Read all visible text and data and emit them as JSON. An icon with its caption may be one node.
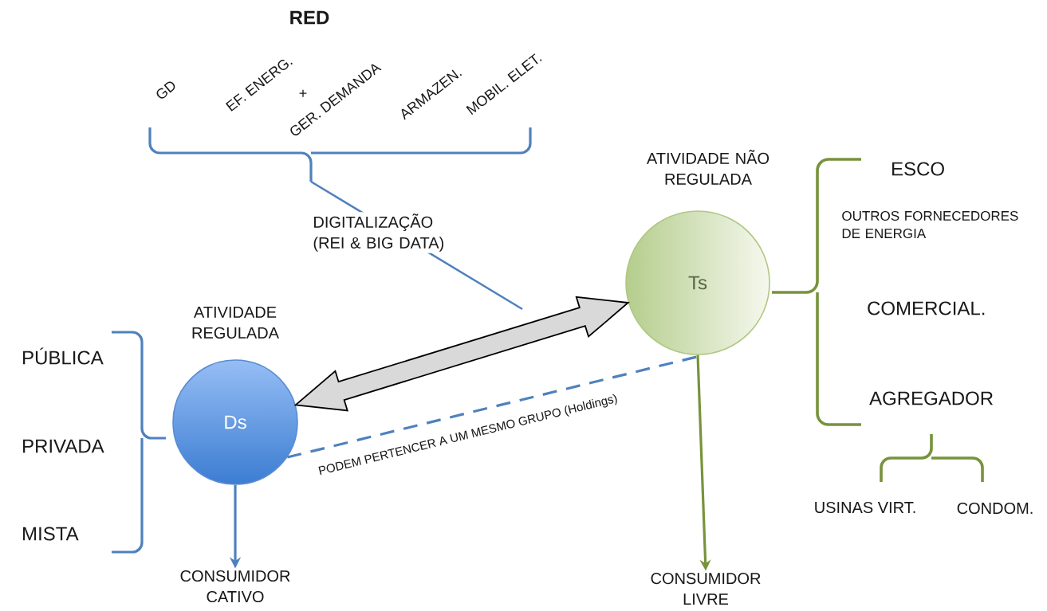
{
  "diagram": {
    "title": "RED",
    "nodes": [
      {
        "text": [
          "Ds"
        ],
        "beside": [
          "ATIVIDADE REGULADA"
        ]
      },
      {
        "text": [
          "Ts"
        ],
        "beside": [
          "ATIVIDADE NÃO REGULADA"
        ]
      },
      {
        "text": [
          "CONSUMIDOR CATIVO"
        ]
      },
      {
        "text": [
          "CONSUMIDOR LIVRE"
        ]
      }
    ],
    "edges": [
      {
        "from": 0,
        "to": 1,
        "arrow": "both",
        "style": "thick",
        "color": "#d9d9d9"
      },
      {
        "from": 0,
        "to": 1,
        "arrow": "none",
        "style": "dashed",
        "color": "#4f81bd",
        "label": "PODEM PERTENCER A UM MESMO GRUPO (Holdings)"
      },
      {
        "from": 0,
        "to": 2,
        "arrow": "to",
        "color": "#4f81bd"
      },
      {
        "from": 1,
        "to": 3,
        "arrow": "to",
        "color": "#77933c"
      }
    ],
    "labels": [
      "GD",
      "EF. ENERG.",
      "+",
      "GER. DEMANDA",
      "ARMAZEN.",
      "MOBIL. ELET.",
      "DIGITALIZAÇÃO (REI & BIG DATA)",
      "PÚBLICA",
      "PRIVADA",
      "MISTA",
      "ESCO",
      "OUTROS FORNECEDORES DE ENERGIA",
      "COMERCIAL.",
      "AGREGADOR",
      "USINAS VIRT.",
      "CONDOM."
    ]
  }
}
